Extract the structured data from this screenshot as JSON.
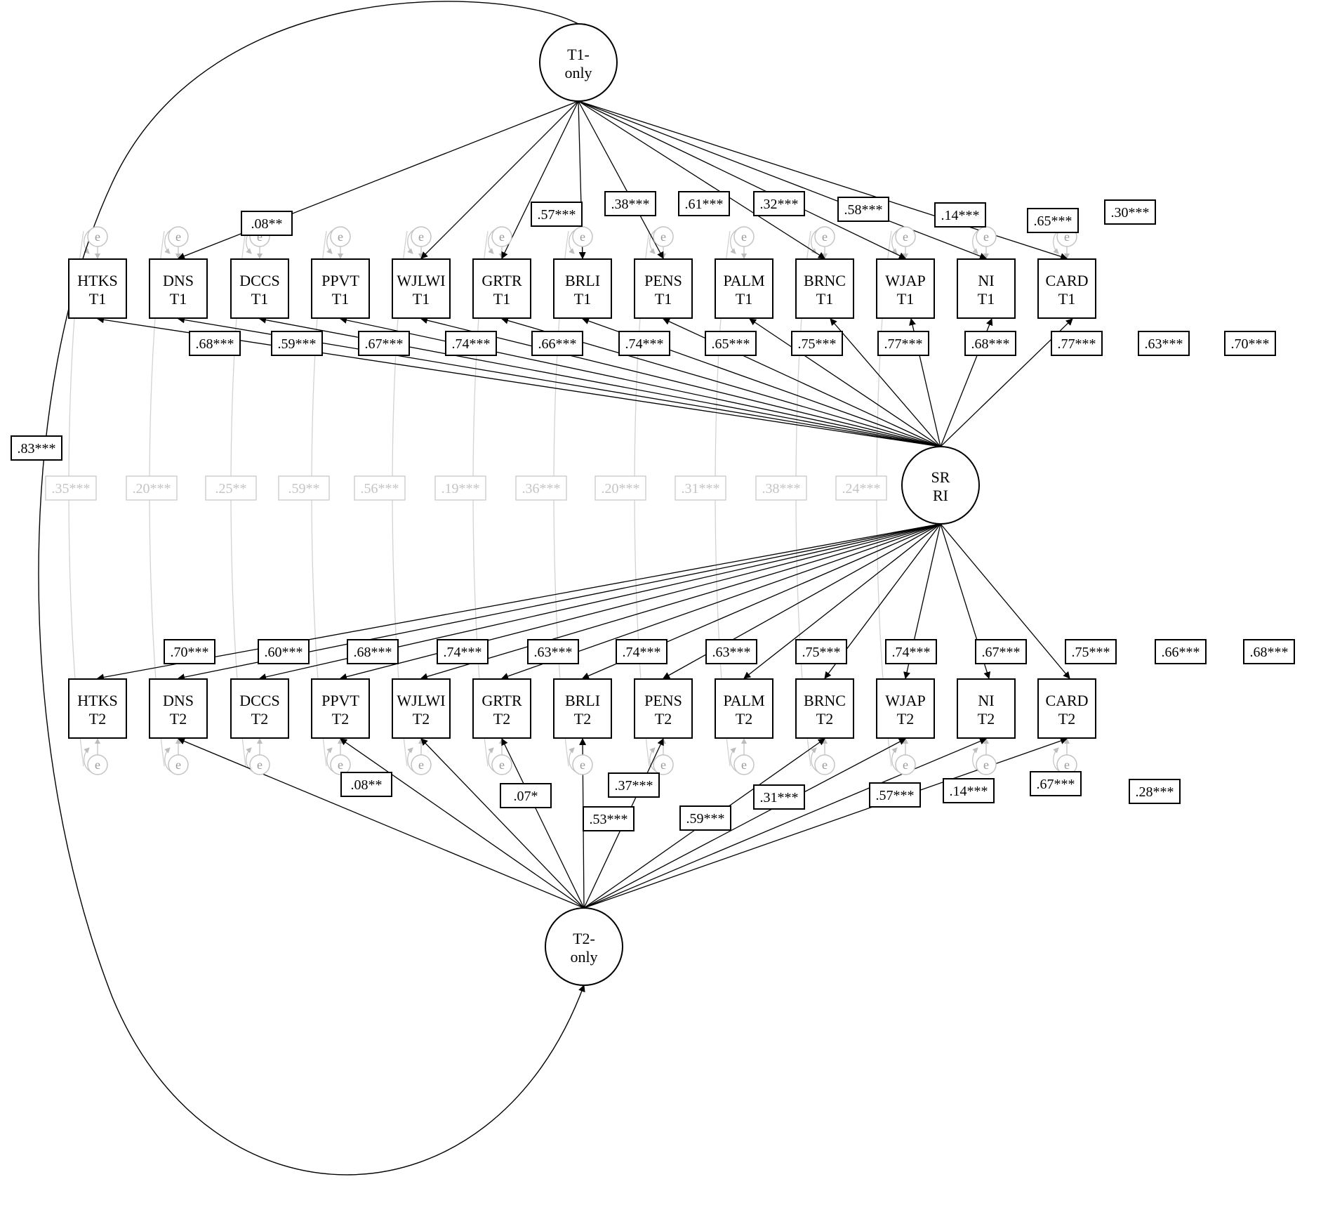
{
  "latent": {
    "t1only": [
      "T1-",
      "only"
    ],
    "t2only": [
      "T2-",
      "only"
    ],
    "srri": [
      "SR",
      "RI"
    ]
  },
  "error_label": "e",
  "observed": {
    "names": [
      "HTKS",
      "DNS",
      "DCCS",
      "PPVT",
      "WJLWI",
      "GRTR",
      "BRLI",
      "PENS",
      "PALM",
      "BRNC",
      "WJAP",
      "NI",
      "CARD"
    ],
    "t1_suffix": "T1",
    "t2_suffix": "T2"
  },
  "loadings": {
    "t1only": [
      ".08**",
      ".57***",
      ".38***",
      ".61***",
      ".32***",
      ".58***",
      ".14***",
      ".65***",
      ".30***"
    ],
    "srri_t1": [
      ".68***",
      ".59***",
      ".67***",
      ".74***",
      ".66***",
      ".74***",
      ".65***",
      ".75***",
      ".77***",
      ".68***",
      ".77***",
      ".63***",
      ".70***"
    ],
    "srri_t2": [
      ".70***",
      ".60***",
      ".68***",
      ".74***",
      ".63***",
      ".74***",
      ".63***",
      ".75***",
      ".74***",
      ".67***",
      ".75***",
      ".66***",
      ".68***"
    ],
    "t2only": [
      ".08**",
      ".07*",
      ".53***",
      ".37***",
      ".59***",
      ".31***",
      ".57***",
      ".14***",
      ".67***",
      ".28***"
    ]
  },
  "covariance_t1only_t2only": ".83***",
  "error_covariances": [
    ".35***",
    ".20***",
    ".25**",
    ".59**",
    ".56***",
    ".19***",
    ".36***",
    ".20***",
    ".31***",
    ".38***",
    ".24***"
  ]
}
